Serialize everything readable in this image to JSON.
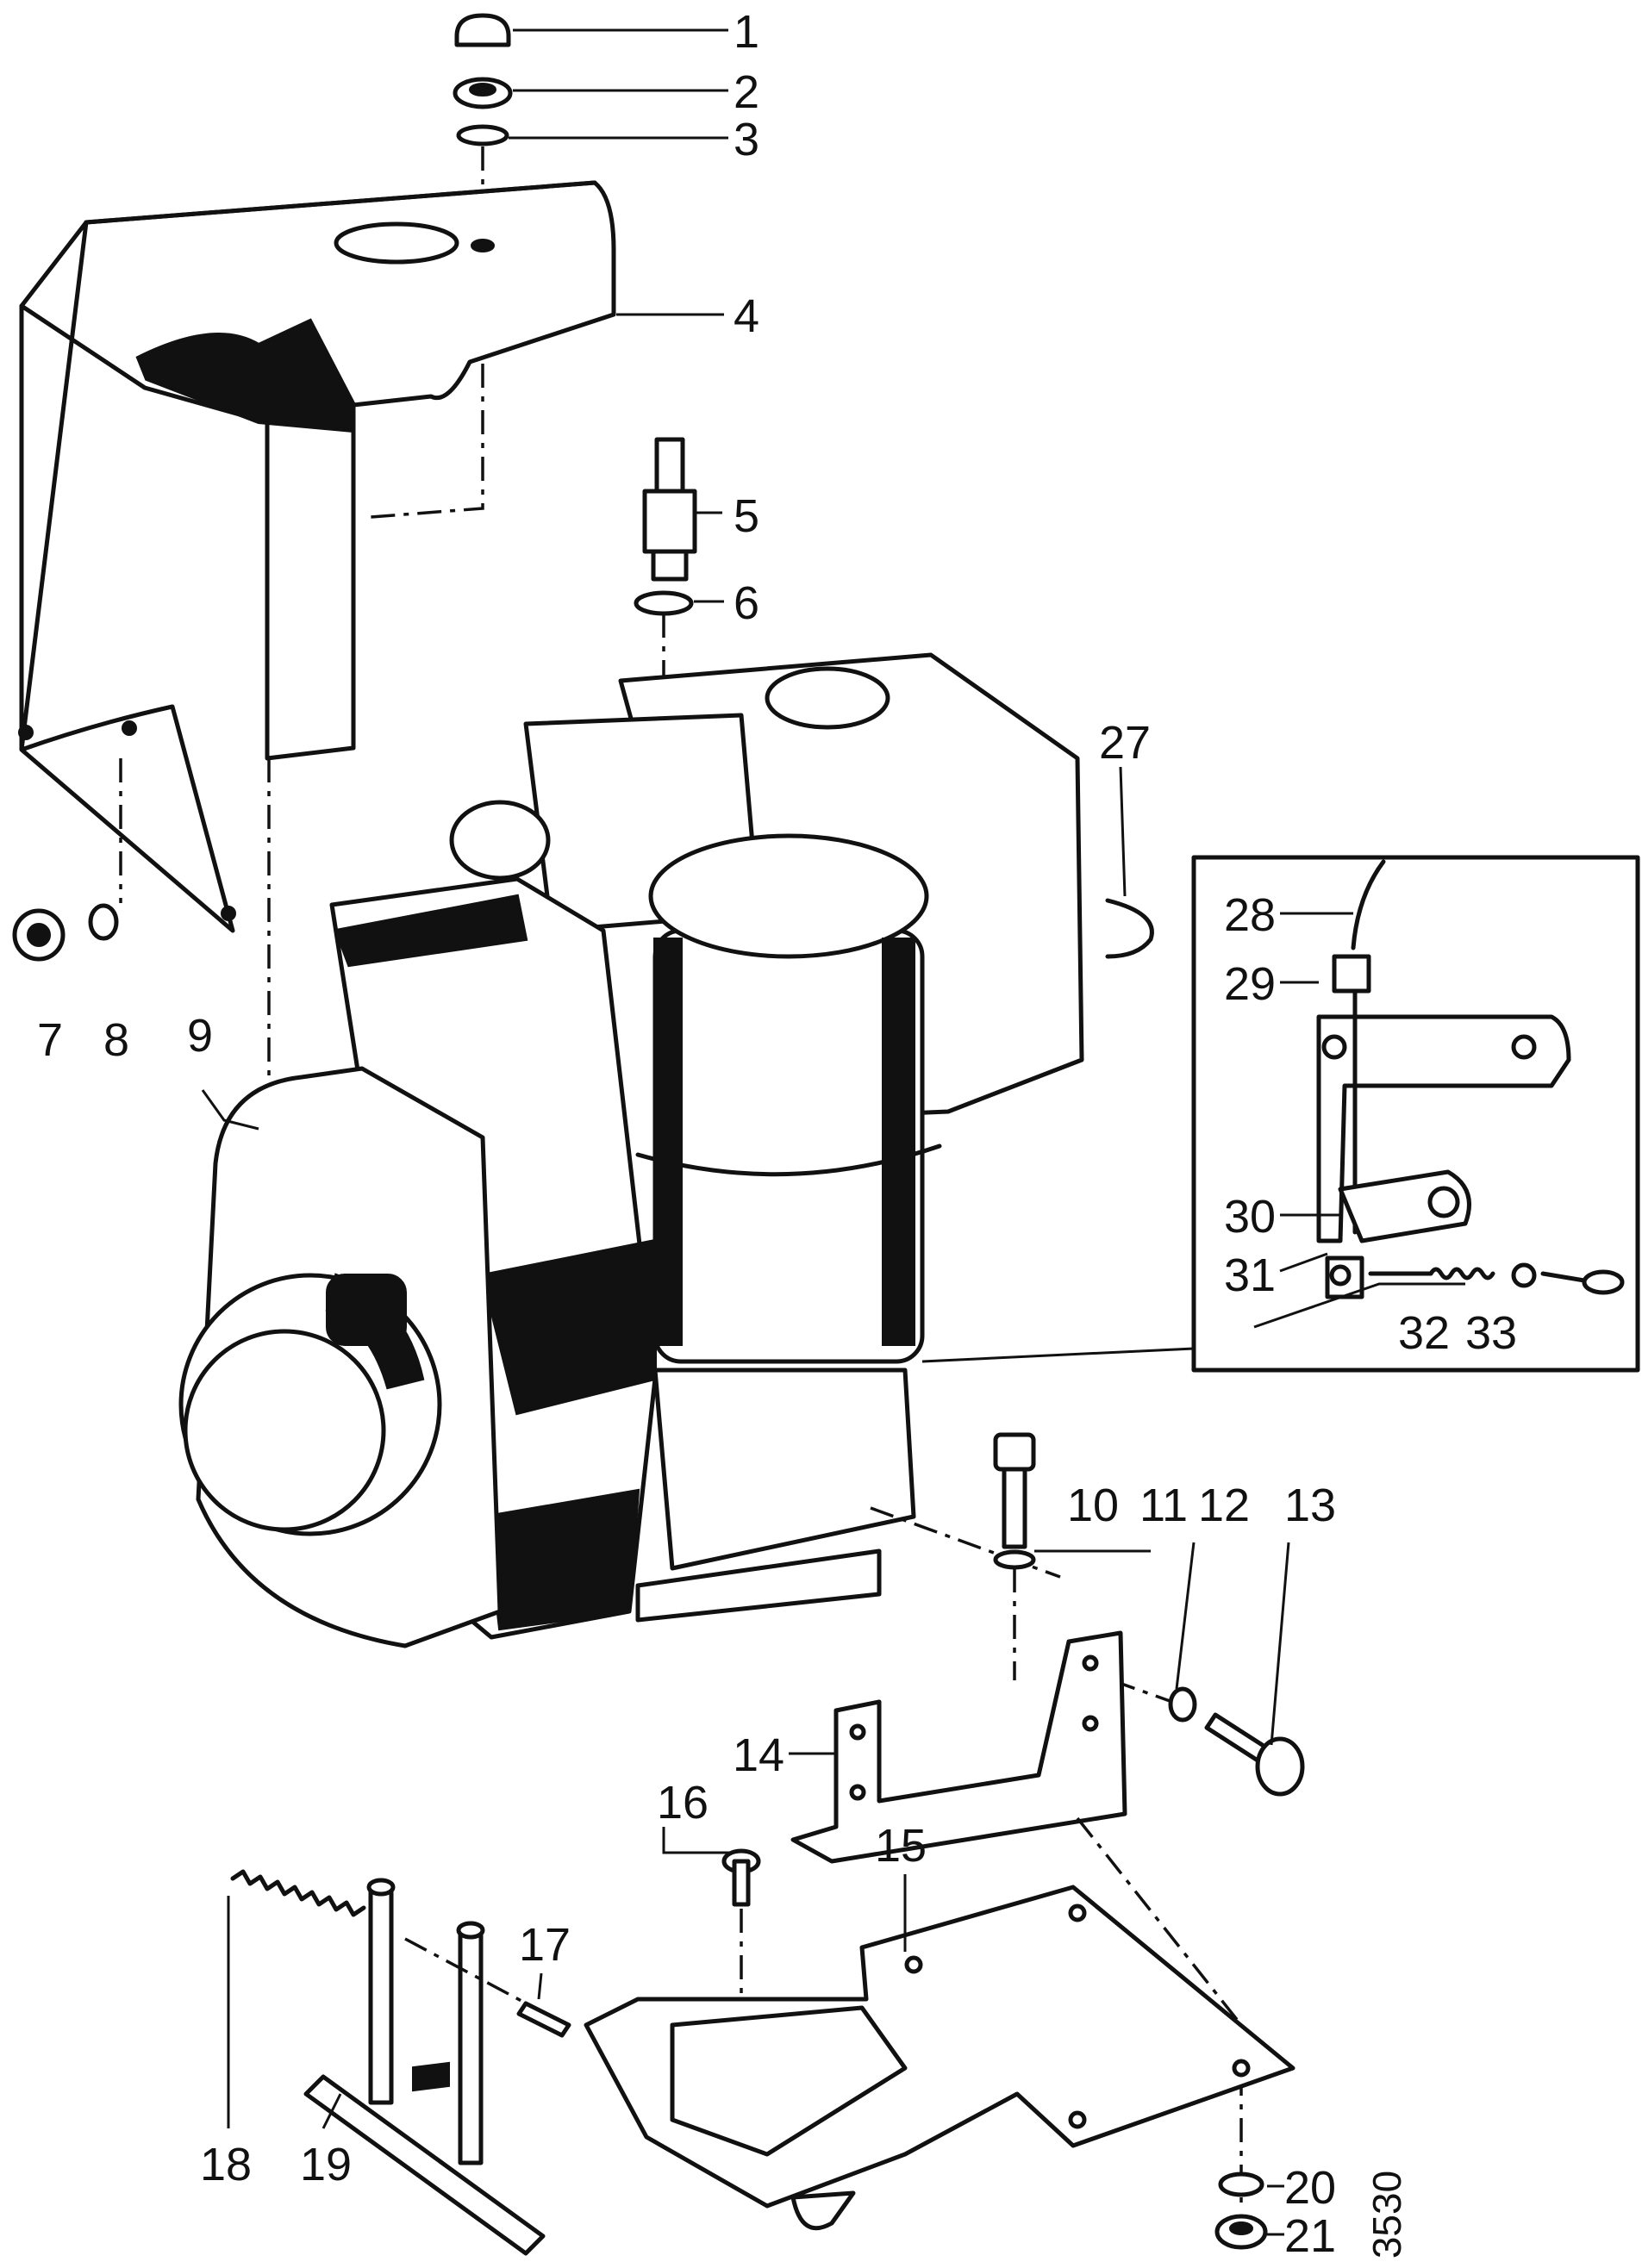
{
  "callouts": [
    "1",
    "2",
    "3",
    "4",
    "5",
    "6",
    "7",
    "8",
    "9",
    "10",
    "11",
    "12",
    "13",
    "14",
    "15",
    "16",
    "17",
    "18",
    "19",
    "20",
    "21",
    "27",
    "28",
    "29",
    "30",
    "31",
    "32",
    "33"
  ],
  "figure_code": "3530"
}
